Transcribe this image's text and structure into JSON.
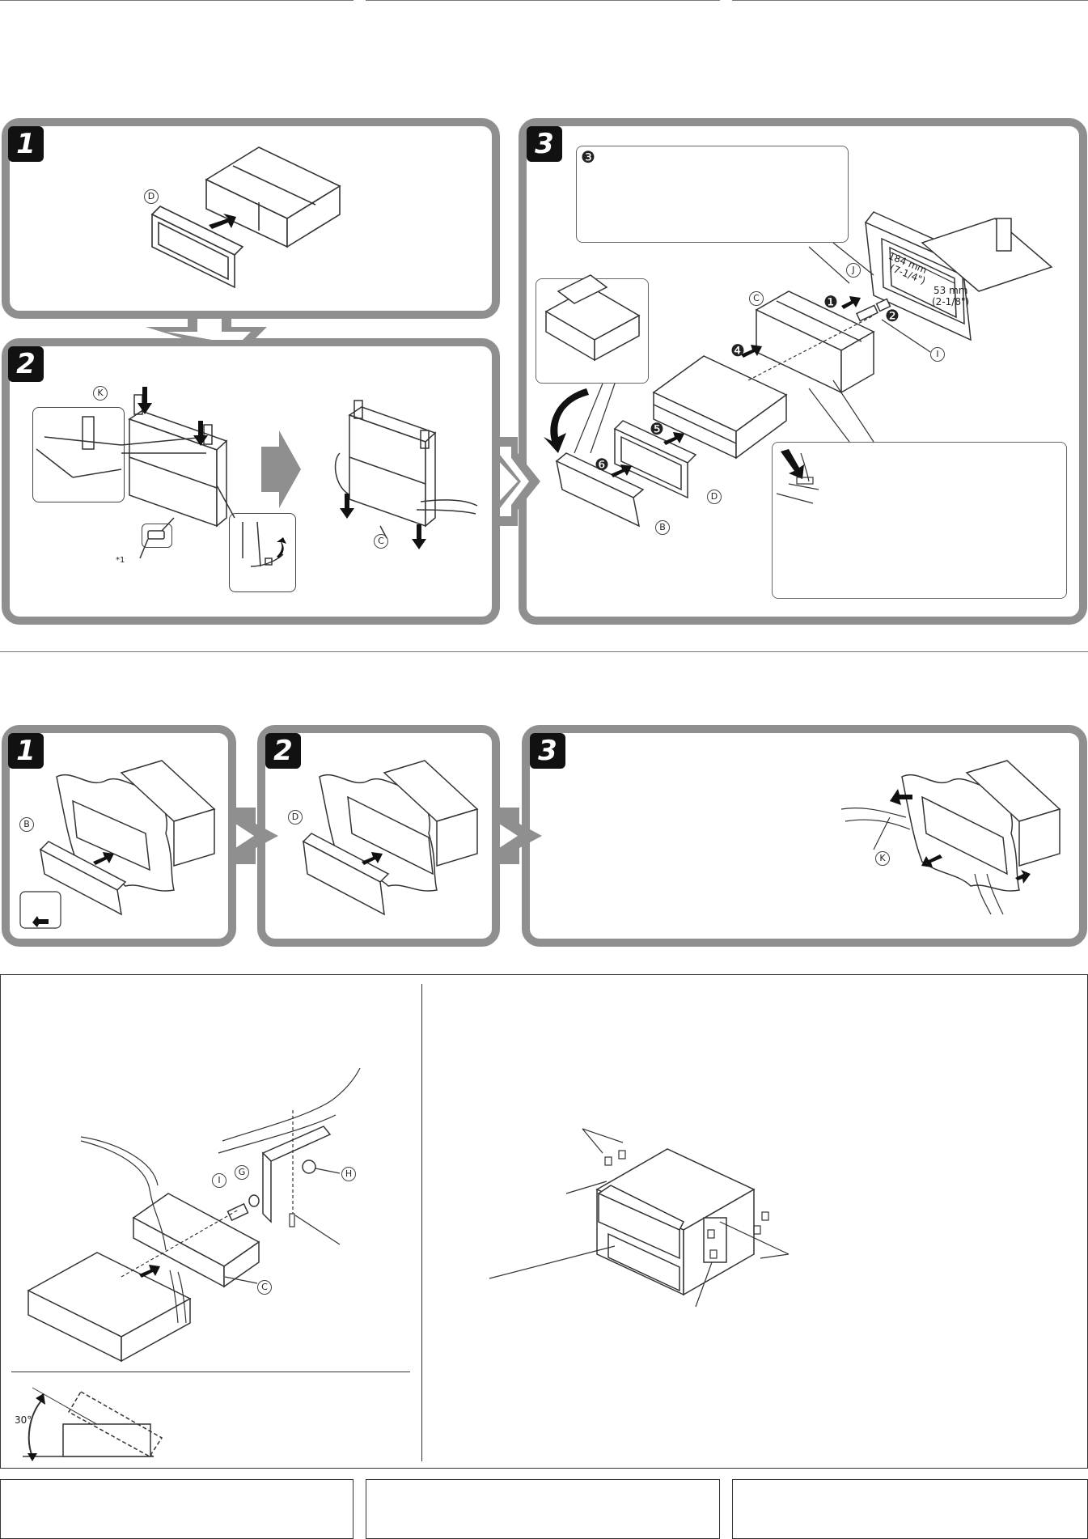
{
  "steps": {
    "removal_1": "1",
    "removal_2": "2",
    "removal_3": "3",
    "install_1": "1",
    "install_2": "2",
    "install_3": "3"
  },
  "sub_steps": {
    "s1": "❶",
    "s2": "❷",
    "s3": "❸",
    "s4": "❹",
    "s5": "❺",
    "s6": "❻"
  },
  "part_labels": {
    "B": "B",
    "C": "C",
    "D": "D",
    "G": "G",
    "H": "H",
    "I": "I",
    "J": "J",
    "K": "K"
  },
  "footnote_marker": "*1",
  "dimensions": {
    "width_mm": "184 mm",
    "width_in": "(7-1/4\")",
    "height_mm": "53 mm",
    "height_in": "(2-1/8\")"
  },
  "angle": "30°",
  "colors": {
    "panel_border": "#8f8f8f",
    "line": "#333333",
    "arrow": "#111111"
  }
}
